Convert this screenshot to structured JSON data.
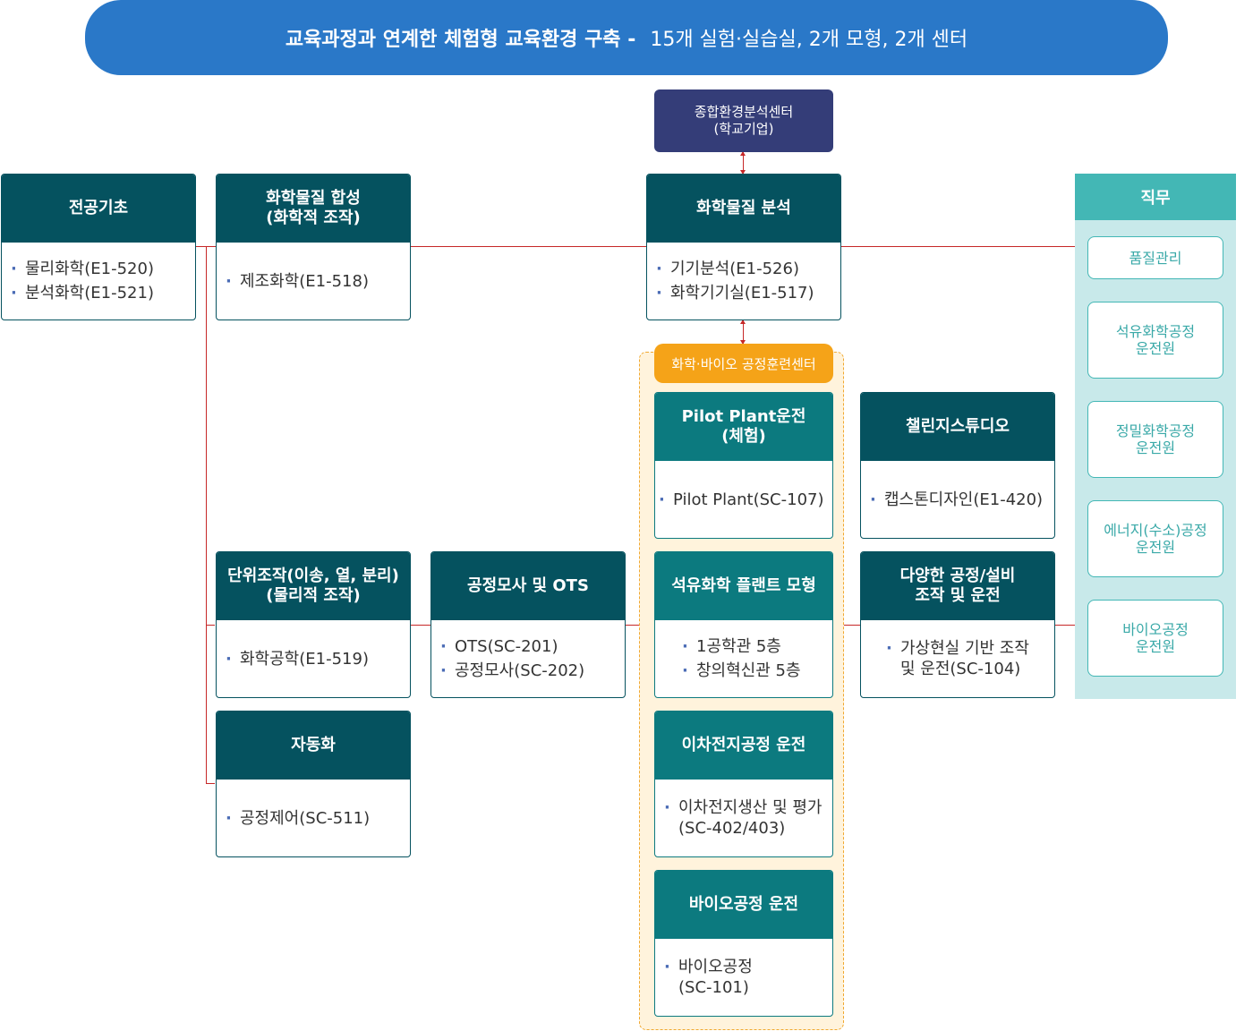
{
  "banner": {
    "title_bold": "교육과정과 연계한 체험형 교육환경 구축 -",
    "title_rest": "15개 실험·실습실, 2개 모형, 2개 센터"
  },
  "center": {
    "label": "종합환경분석센터\n(학교기업)"
  },
  "training_center": {
    "label": "화학·바이오 공정훈련센터"
  },
  "cards": {
    "basics": {
      "title": "전공기초",
      "items": [
        "물리화학(E1-520)",
        "분석화학(E1-521)"
      ]
    },
    "synthesis": {
      "title": "화학물질 합성\n(화학적 조작)",
      "items": [
        "제조화학(E1-518)"
      ]
    },
    "analysis": {
      "title": "화학물질 분석",
      "items": [
        "기기분석(E1-526)",
        "화학기기실(E1-517)"
      ]
    },
    "pilot": {
      "title": "Pilot Plant운전\n(체험)",
      "items": [
        "Pilot Plant(SC-107)"
      ]
    },
    "challenge": {
      "title": "챌린지스튜디오",
      "items": [
        "캡스톤디자인(E1-420)"
      ]
    },
    "unit_ops": {
      "title": "단위조작(이송, 열, 분리)\n(물리적 조작)",
      "items": [
        "화학공학(E1-519)"
      ]
    },
    "ots": {
      "title": "공정모사 및 OTS",
      "items": [
        "OTS(SC-201)",
        "공정모사(SC-202)"
      ]
    },
    "petro": {
      "title": "석유화학 플랜트 모형",
      "items": [
        "1공학관 5층",
        "창의혁신관 5층"
      ]
    },
    "various": {
      "title": "다양한 공정/설비\n조작 및 운전",
      "items": [
        "가상현실 기반 조작\n및 운전(SC-104)"
      ]
    },
    "automation": {
      "title": "자동화",
      "items": [
        "공정제어(SC-511)"
      ]
    },
    "battery": {
      "title": "이차전지공정 운전",
      "items": [
        "이차전지생산 및 평가\n(SC-402/403)"
      ]
    },
    "bio": {
      "title": "바이오공정 운전",
      "items": [
        "바이오공정\n(SC-101)"
      ]
    }
  },
  "jobs": {
    "title": "직무",
    "items": [
      "품질관리",
      "석유화학공정\n운전원",
      "정밀화학공정\n운전원",
      "에너지(수소)공정\n운전원",
      "바이오공정\n운전원"
    ]
  }
}
